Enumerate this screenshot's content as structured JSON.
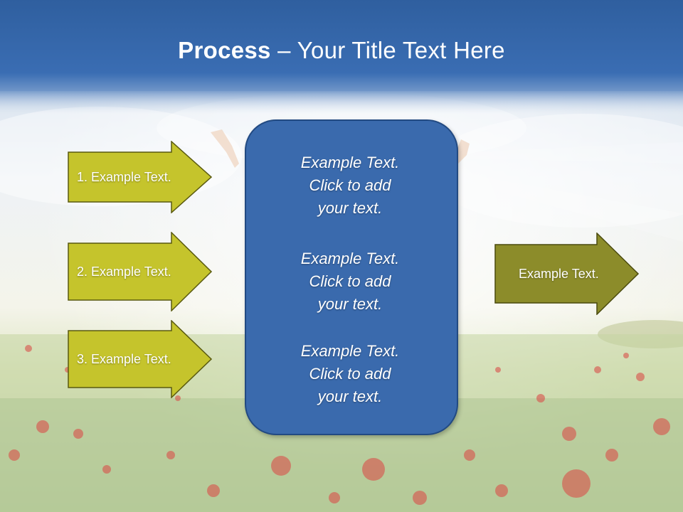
{
  "slide": {
    "title_bold": "Process",
    "title_rest": " – Your Title Text Here"
  },
  "left_arrows": [
    {
      "label": "1. Example Text."
    },
    {
      "label": "2. Example Text."
    },
    {
      "label": "3. Example Text."
    }
  ],
  "center_box": {
    "paragraphs": [
      "Example Text.\nClick  to add\nyour text.",
      "Example Text.\nClick  to add\nyour text.",
      "Example Text.\nClick  to add\nyour text."
    ]
  },
  "right_arrow": {
    "label": "Example Text."
  },
  "colors": {
    "title_band": "#3a6db3",
    "left_arrow_fill": "#c5c42c",
    "left_arrow_stroke": "#5a5a10",
    "right_arrow_fill": "#8c8c2a",
    "center_box_fill": "#3a6aad",
    "center_box_stroke": "#224a82"
  }
}
